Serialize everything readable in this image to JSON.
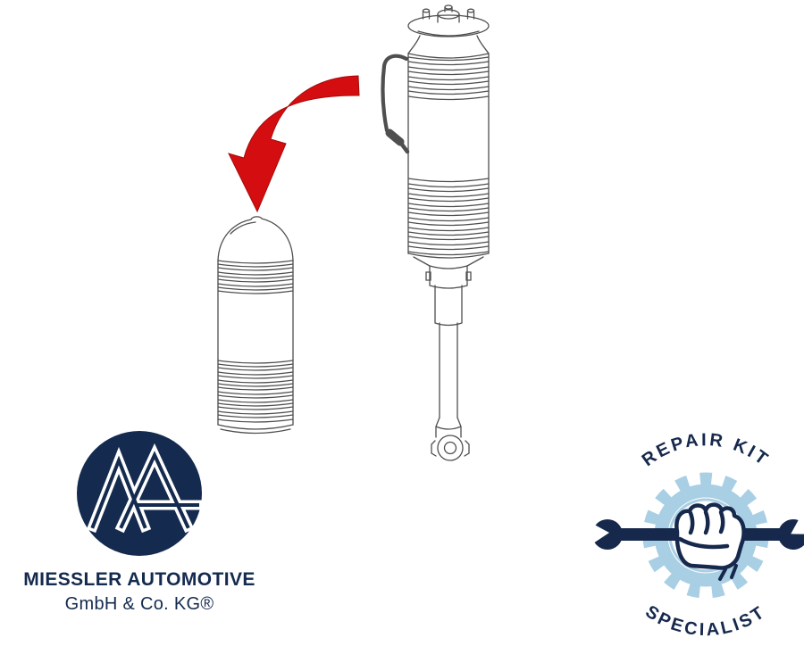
{
  "page": {
    "background_color": "#ffffff"
  },
  "illustration": {
    "name": "hydraulic-strut-with-replacement-accordion-boot",
    "line_color": "#4f4f4f",
    "arrow_color": "#d40d10",
    "arrow_edge_color": "#a80a0a"
  },
  "logo": {
    "company": "MIESSLER AUTOMOTIVE",
    "subtitle": "GmbH & Co. KG®",
    "circle_color": "#142a4e",
    "monogram_color": "#ffffff",
    "text_color": "#142a4e"
  },
  "badge": {
    "top_text": "REPAIR KIT",
    "bottom_text": "SPECIALIST",
    "gear_color": "#a9cfe4",
    "navy_color": "#16294d"
  }
}
